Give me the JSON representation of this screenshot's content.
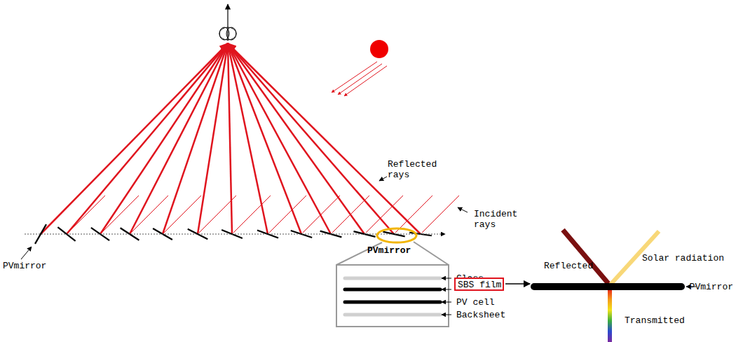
{
  "diagram": {
    "nodes": [
      {
        "text": [
          "SBS film"
        ]
      }
    ],
    "labels": [
      "Reflected rays",
      "Incident rays",
      "PVmirror",
      "PVmirror",
      "Glass",
      "PV cell",
      "Backsheet",
      "Reflected",
      "Solar radiation",
      "Transmitted",
      "PVmirror"
    ]
  }
}
